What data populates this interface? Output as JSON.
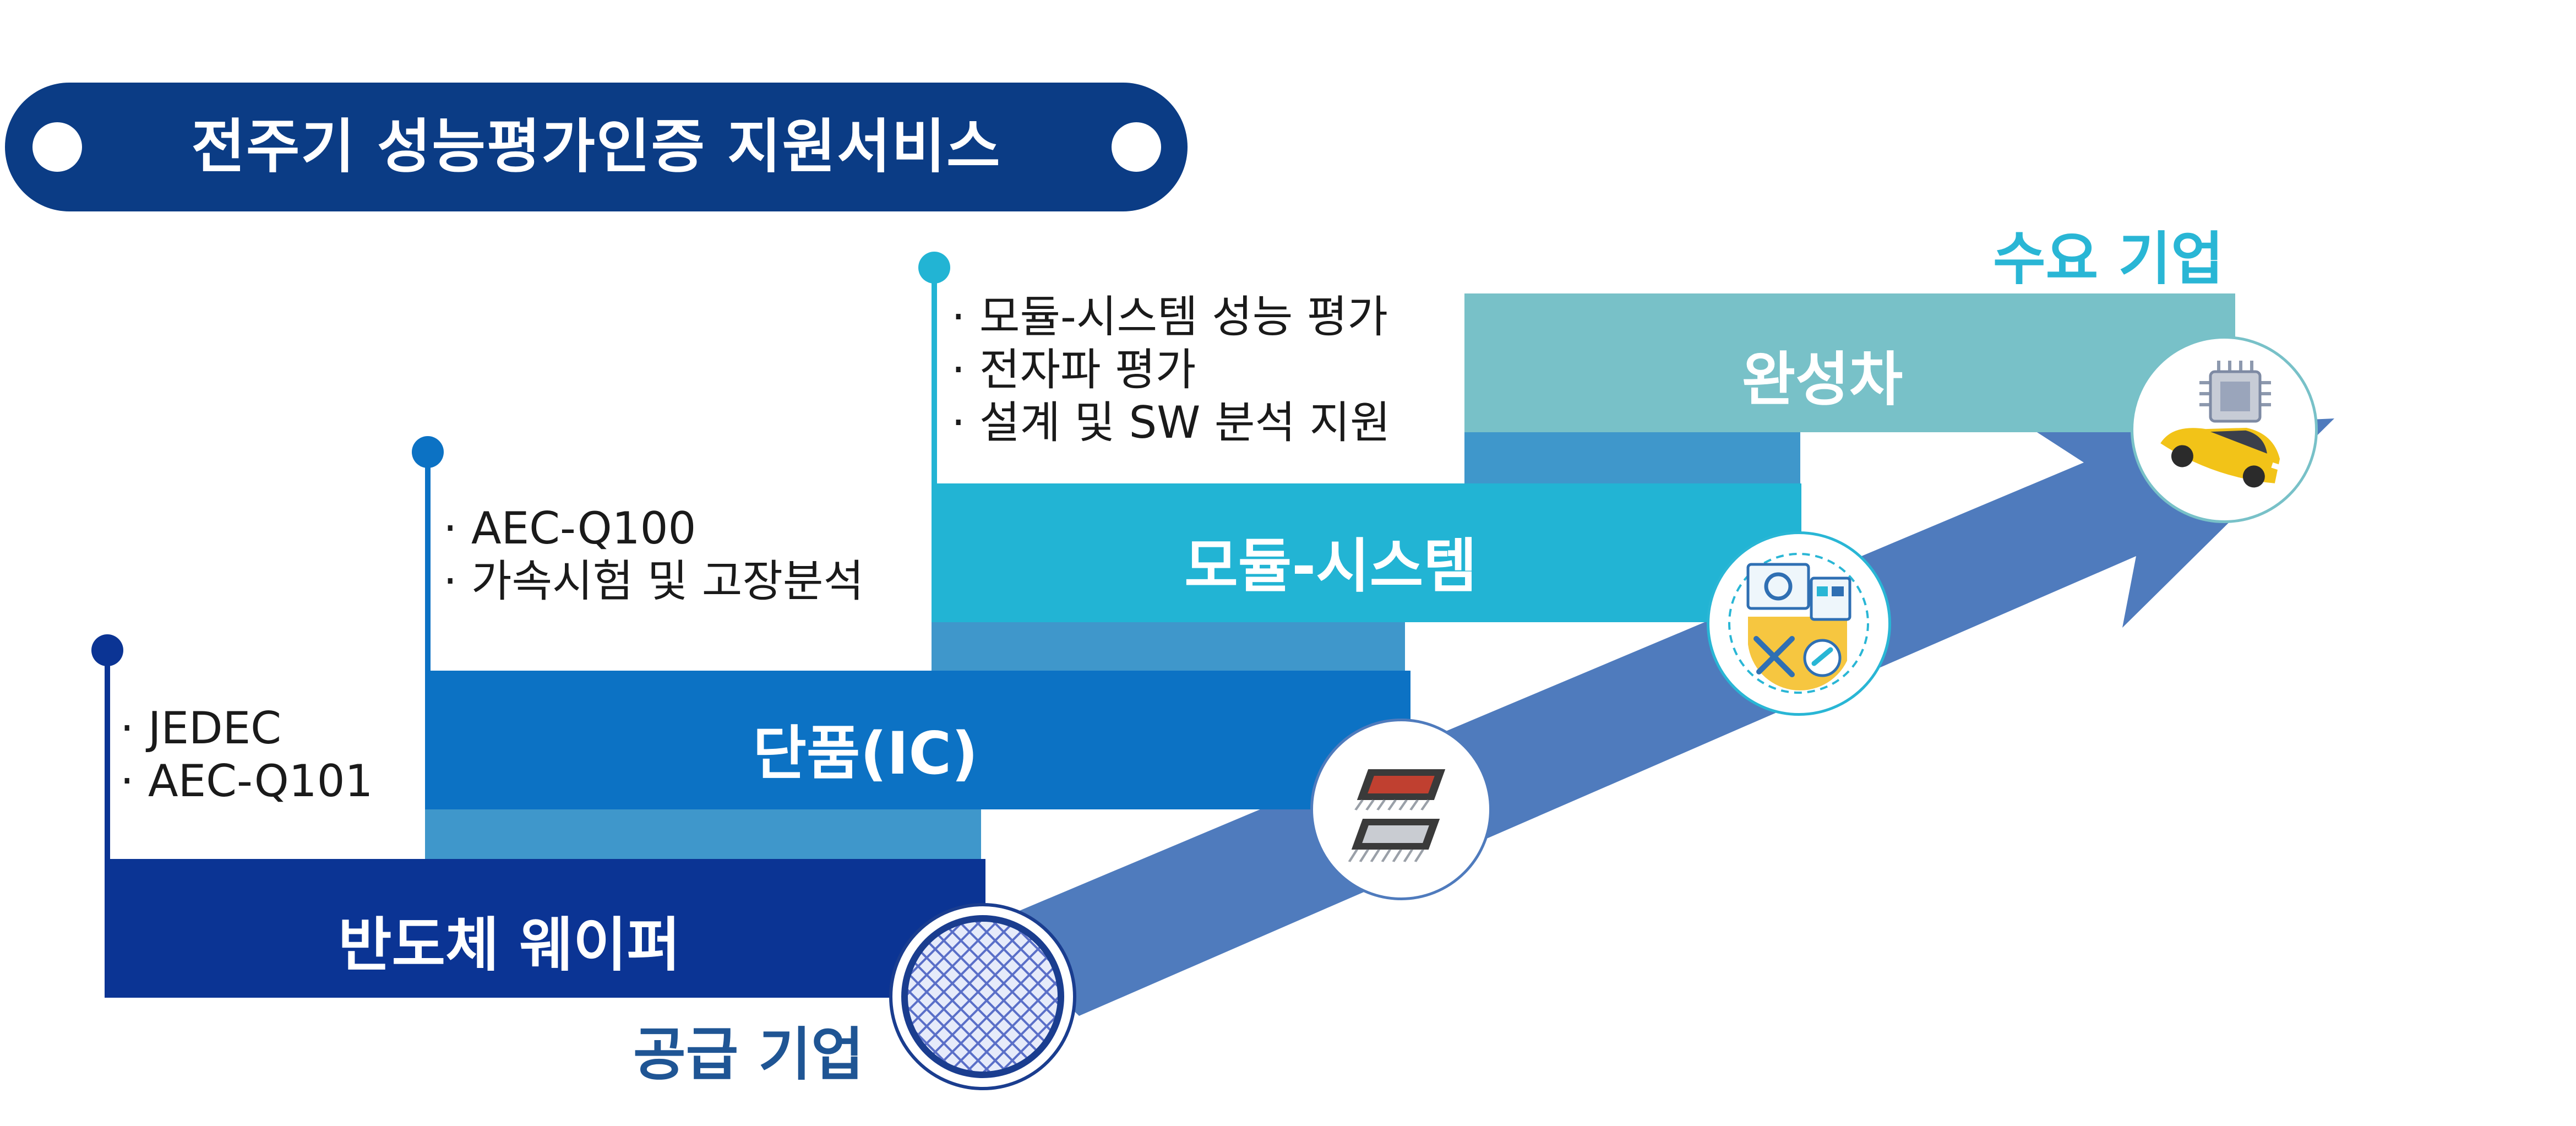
{
  "title": "전주기 성능평가인증 지원서비스",
  "supply_label": "공급 기업",
  "demand_label": "수요 기업",
  "stages": [
    {
      "label": "반도체 웨이퍼",
      "specs": [
        "· JEDEC",
        "· AEC-Q101"
      ],
      "color": "#0b3494"
    },
    {
      "label": "단품(IC)",
      "specs": [
        "· AEC-Q100",
        "· 가속시험 및 고장분석"
      ],
      "color": "#0c72c4"
    },
    {
      "label": "모듈-시스템",
      "specs": [
        "· 모듈-시스템 성능 평가",
        "· 전자파 평가",
        "· 설계 및 SW 분석 지원"
      ],
      "color": "#22b4d4"
    },
    {
      "label": "완성차",
      "specs": [],
      "color": "#78c1c8"
    }
  ],
  "icons": [
    "wafer-icon",
    "chip-icon",
    "system-tools-icon",
    "car-chip-icon"
  ],
  "colors": {
    "title_bg": "#0b3c85",
    "arrow": "#4f7bbd",
    "flap": "#3f97cb",
    "supply_text": "#1f5594",
    "demand_text": "#29b6d5"
  }
}
